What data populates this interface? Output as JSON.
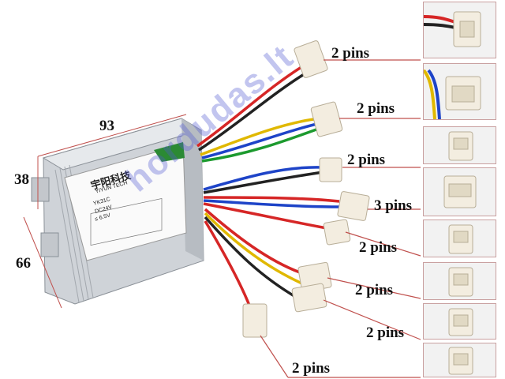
{
  "dimensions": {
    "width": "93",
    "height": "38",
    "depth": "66"
  },
  "controller": {
    "brand_cn": "宇阳科技",
    "brand_en": "YIYUN TECH",
    "model": "YK31C",
    "voltage": "DC24V",
    "current": "≤ 6.5V"
  },
  "connectors": [
    {
      "pins": "2 pins"
    },
    {
      "pins": "2 pins"
    },
    {
      "pins": "2 pins"
    },
    {
      "pins": "3 pins"
    },
    {
      "pins": "2 pins"
    },
    {
      "pins": "2 pins"
    },
    {
      "pins": "2 pins"
    },
    {
      "pins": "2 pins"
    }
  ],
  "watermark": "hordudas.lt",
  "colors": {
    "leader": "#c0504d",
    "housing": "#d5d8dc",
    "connector": "#f3ede0"
  }
}
